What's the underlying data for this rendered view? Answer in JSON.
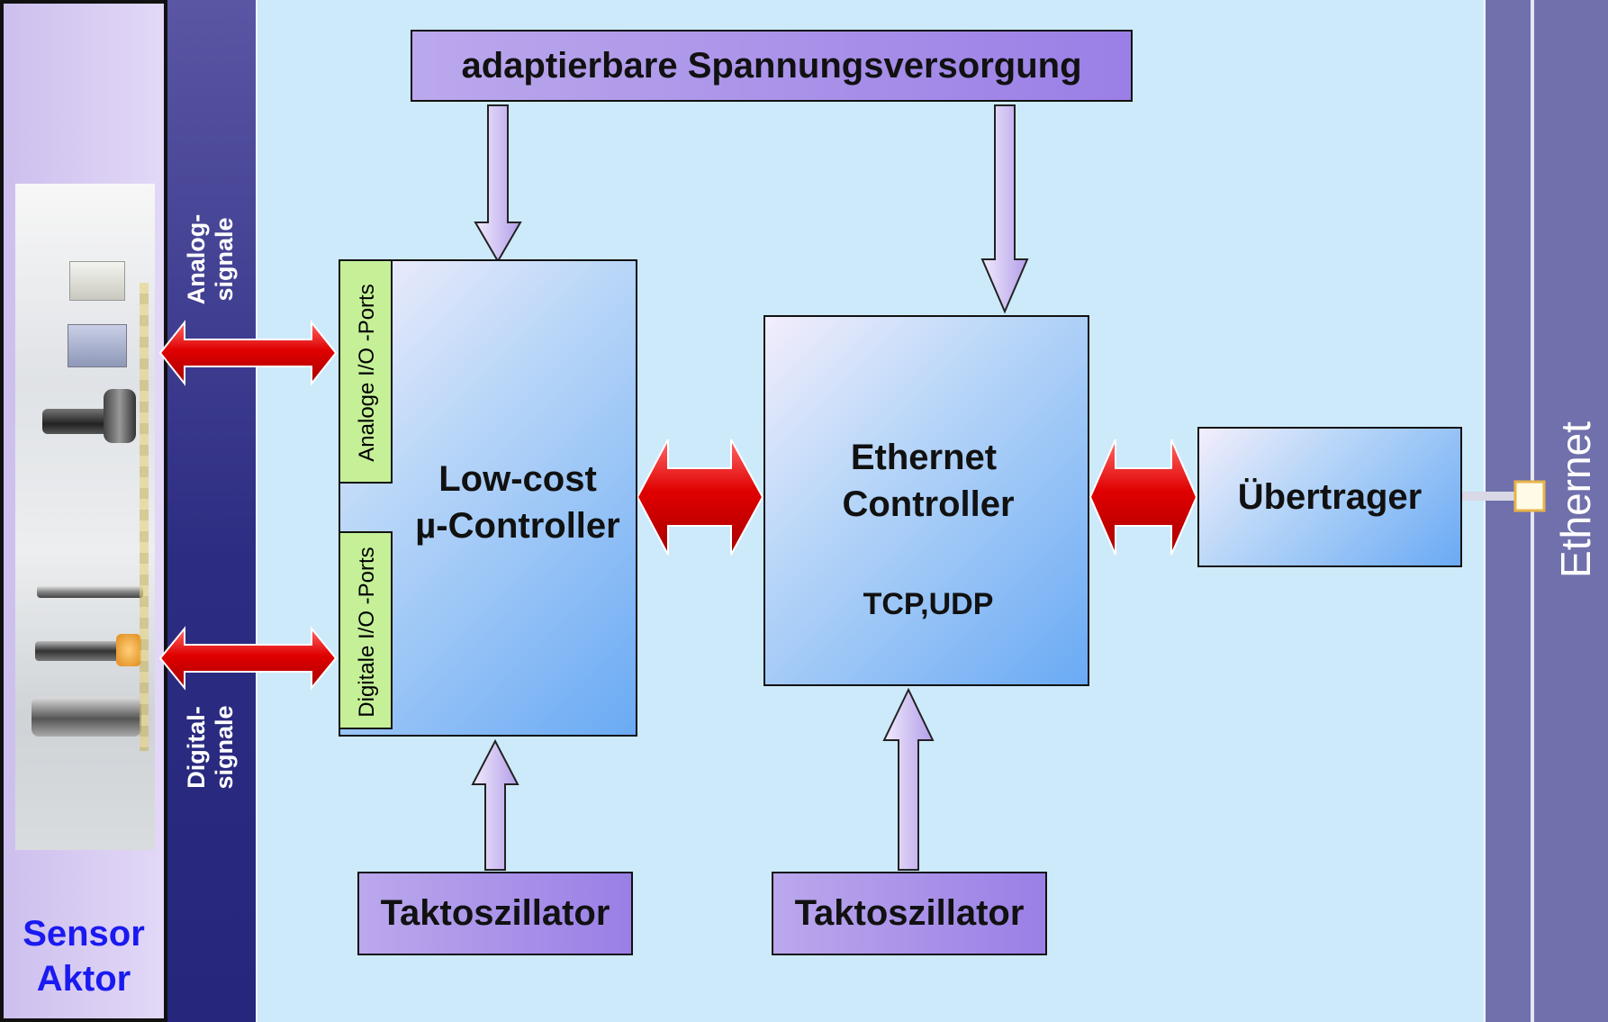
{
  "supply": {
    "label": "adaptierbare Spannungsversorgung"
  },
  "microcontroller": {
    "line1": "Low-cost",
    "line2": "µ-Controller"
  },
  "ports": {
    "analog": "Analoge I/O -Ports",
    "digital": "Digitale I/O -Ports"
  },
  "ethernet_controller": {
    "line1": "Ethernet",
    "line2": "Controller",
    "protocols": "TCP,UDP"
  },
  "transformer": {
    "label": "Übertrager"
  },
  "oscillators": [
    {
      "label": "Taktoszillator"
    },
    {
      "label": "Taktoszillator"
    }
  ],
  "signals": {
    "analog": {
      "line1": "Analog-",
      "line2": "signale"
    },
    "digital": {
      "line1": "Digital-",
      "line2": "signale"
    }
  },
  "sensor_actor": {
    "line1": "Sensor",
    "line2": "Aktor"
  },
  "ethernet_label": "Ethernet",
  "colors": {
    "background_band": "#5a5aa6",
    "panel": "#cdeafb",
    "purple_box": "#a58ce8",
    "blue_box": "#6aaaf4",
    "port": "#c5f098",
    "data_arrow": "#e00000",
    "supply_arrow": "#b9a6ec",
    "sensor_text": "#1a1af0"
  },
  "icons": [
    "red-double-arrow",
    "purple-down-arrow",
    "purple-up-arrow",
    "ethernet-port-square"
  ]
}
